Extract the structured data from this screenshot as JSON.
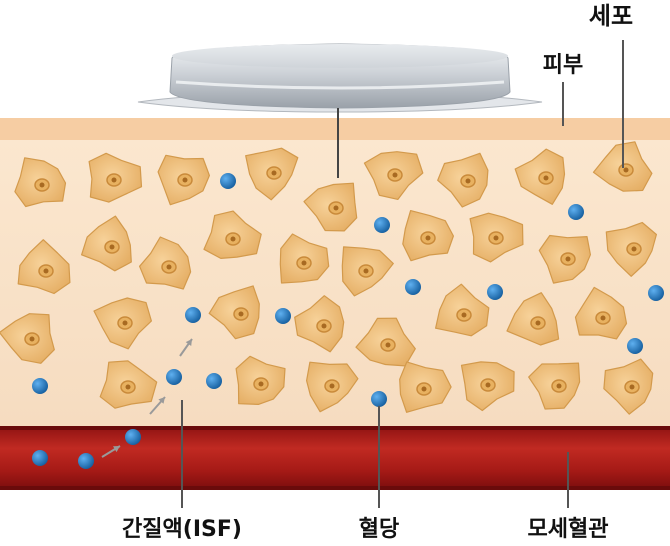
{
  "labels": {
    "cell": "세포",
    "skin": "피부",
    "isf": "간질액(ISF)",
    "glucose": "혈당",
    "capillary": "모세혈관"
  },
  "colors": {
    "skin_surface": "#f7cfa6",
    "tissue": "#f8e2c6",
    "cell_fill": "#f0c27e",
    "cell_edge": "#d39a4c",
    "nucleus": "#c98a3a",
    "glucose_dot": "#1f77c4",
    "vessel": "#b01c1c",
    "sensor": "#d9dde2",
    "leader_line": "#555555"
  },
  "icons": {
    "sensor": "glucose-sensor-disc",
    "arrow": "diffusion-arrow"
  }
}
